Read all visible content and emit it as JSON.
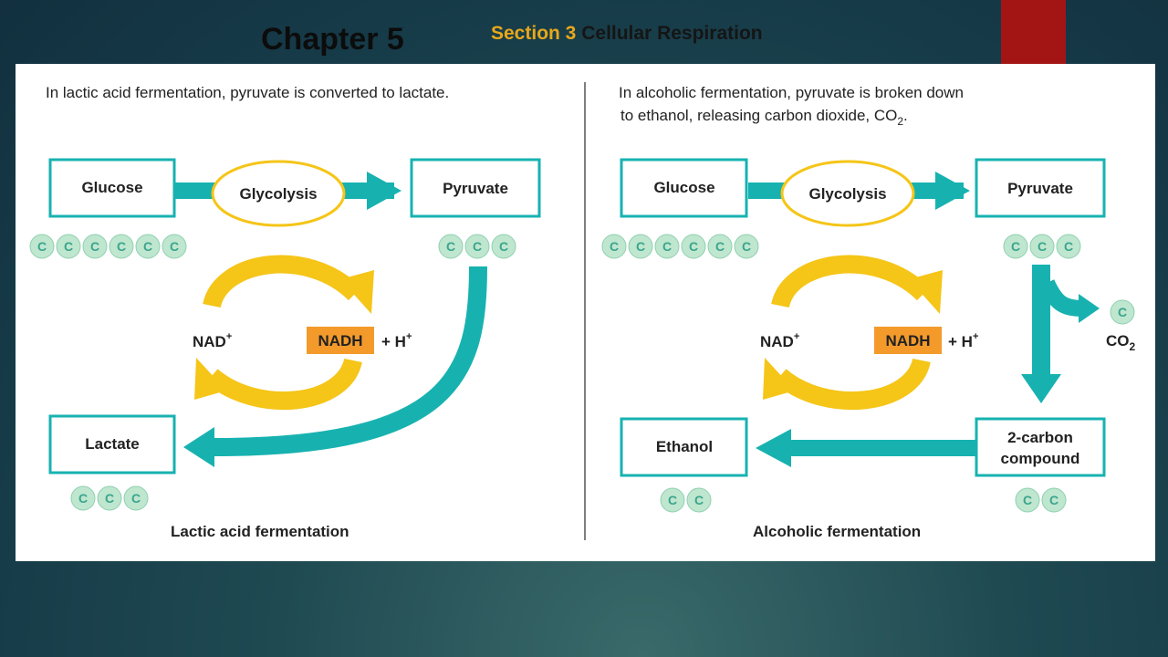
{
  "header": {
    "chapter": "Chapter 5",
    "section_prefix": "Section 3",
    "section_title": "Cellular Respiration"
  },
  "colors": {
    "accent_red": "#a31515",
    "section_gold": "#e8a81a",
    "teal_arrow": "#17b2b0",
    "yellow_cycle": "#f5c518",
    "nadh_orange": "#f39a2b",
    "carbon_green": "#bfe6cf"
  },
  "left": {
    "caption": "In lactic acid fermentation, pyruvate is converted to lactate.",
    "glucose": "Glucose",
    "glycolysis": "Glycolysis",
    "pyruvate": "Pyruvate",
    "nad": "NAD",
    "nadh": "NADH",
    "plus_h": "+ H",
    "lactate": "Lactate",
    "footer": "Lactic acid fermentation",
    "carbon": "C"
  },
  "right": {
    "caption_line1": "In alcoholic fermentation, pyruvate is broken down",
    "caption_line2": "to ethanol, releasing carbon dioxide, CO",
    "caption_sub": "2",
    "caption_end": ".",
    "glucose": "Glucose",
    "glycolysis": "Glycolysis",
    "pyruvate": "Pyruvate",
    "nad": "NAD",
    "nadh": "NADH",
    "plus_h": "+ H",
    "co2": "CO",
    "co2_sub": "2",
    "two_carbon_line1": "2-carbon",
    "two_carbon_line2": "compound",
    "ethanol": "Ethanol",
    "footer": "Alcoholic fermentation",
    "carbon": "C"
  },
  "superscript_plus": "+"
}
